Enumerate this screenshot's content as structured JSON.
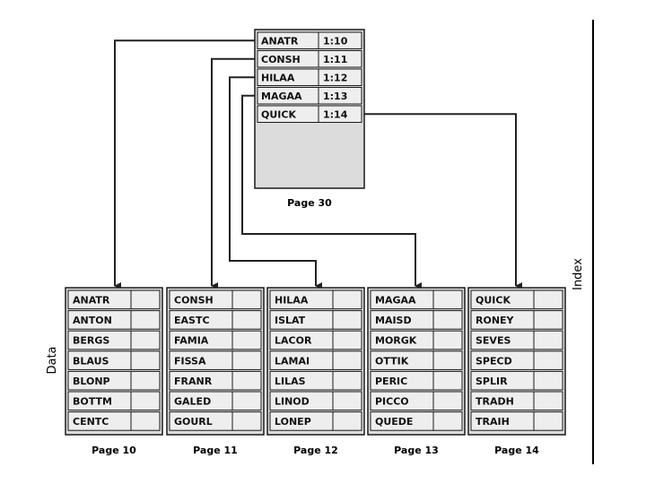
{
  "colors": {
    "page_fill": "#dcdcdc",
    "cell_fill": "#eeeeee",
    "border": "#1a1a1a",
    "line": "#222222"
  },
  "labels": {
    "data": "Data",
    "index": "Index"
  },
  "root_page": {
    "caption": "Page 30",
    "rows": [
      {
        "key": "ANATR",
        "pointer": "1:10"
      },
      {
        "key": "CONSH",
        "pointer": "1:11"
      },
      {
        "key": "HILAA",
        "pointer": "1:12"
      },
      {
        "key": "MAGAA",
        "pointer": "1:13"
      },
      {
        "key": "QUICK",
        "pointer": "1:14"
      }
    ]
  },
  "leaf_pages": [
    {
      "caption": "Page 10",
      "rows": [
        "ANATR",
        "ANTON",
        "BERGS",
        "BLAUS",
        "BLONP",
        "BOTTM",
        "CENTC"
      ]
    },
    {
      "caption": "Page 11",
      "rows": [
        "CONSH",
        "EASTC",
        "FAMIA",
        "FISSA",
        "FRANR",
        "GALED",
        "GOURL"
      ]
    },
    {
      "caption": "Page 12",
      "rows": [
        "HILAA",
        "ISLAT",
        "LACOR",
        "LAMAI",
        "LILAS",
        "LINOD",
        "LONEP"
      ]
    },
    {
      "caption": "Page 13",
      "rows": [
        "MAGAA",
        "MAISD",
        "MORGK",
        "OTTIK",
        "PERIC",
        "PICCO",
        "QUEDE"
      ]
    },
    {
      "caption": "Page 14",
      "rows": [
        "QUICK",
        "RONEY",
        "SEVES",
        "SPECD",
        "SPLIR",
        "TRADH",
        "TRAIH"
      ]
    }
  ]
}
